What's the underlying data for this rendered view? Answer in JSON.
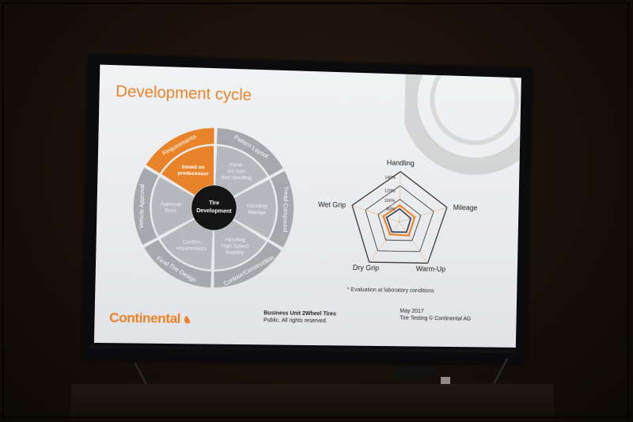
{
  "slide": {
    "title": "Development cycle"
  },
  "cycle": {
    "center": [
      "Tire",
      "Development"
    ],
    "outer_ring": [
      "Requirements",
      "Pattern Layout",
      "Tread Compound",
      "Contour/Construction",
      "Final Tire Design",
      "Vehicle Approval"
    ],
    "inner_segments": [
      [
        "based on",
        "predecessor"
      ],
      [
        "Hand-",
        "out tires",
        "Wet Handling"
      ],
      [
        "Handling",
        "Mileage"
      ],
      [
        "Handling",
        "High Speed",
        "Stability"
      ],
      [
        "Confirm",
        "requirements"
      ],
      [
        "Approval",
        "Tests"
      ]
    ],
    "highlight_color": "#e8832a"
  },
  "radar": {
    "axes": [
      "Handling",
      "Mileage",
      "Warm-Up",
      "Dry Grip",
      "Wet Grip"
    ],
    "ticks": [
      "140%",
      "120%",
      "100%",
      "80%"
    ],
    "footnote": "* Evaluation at laboratory conditions"
  },
  "footer": {
    "logo": "Continental",
    "business_unit": "Business Unit 2Wheel Tires",
    "rights": "Public. All rights reserved.",
    "date": "May 2017",
    "department": "Tire Testing © Continental AG"
  },
  "colors": {
    "accent": "#e8832a",
    "segment_gray": "#b5b8bd",
    "ring_gray": "#a5a8ad"
  }
}
